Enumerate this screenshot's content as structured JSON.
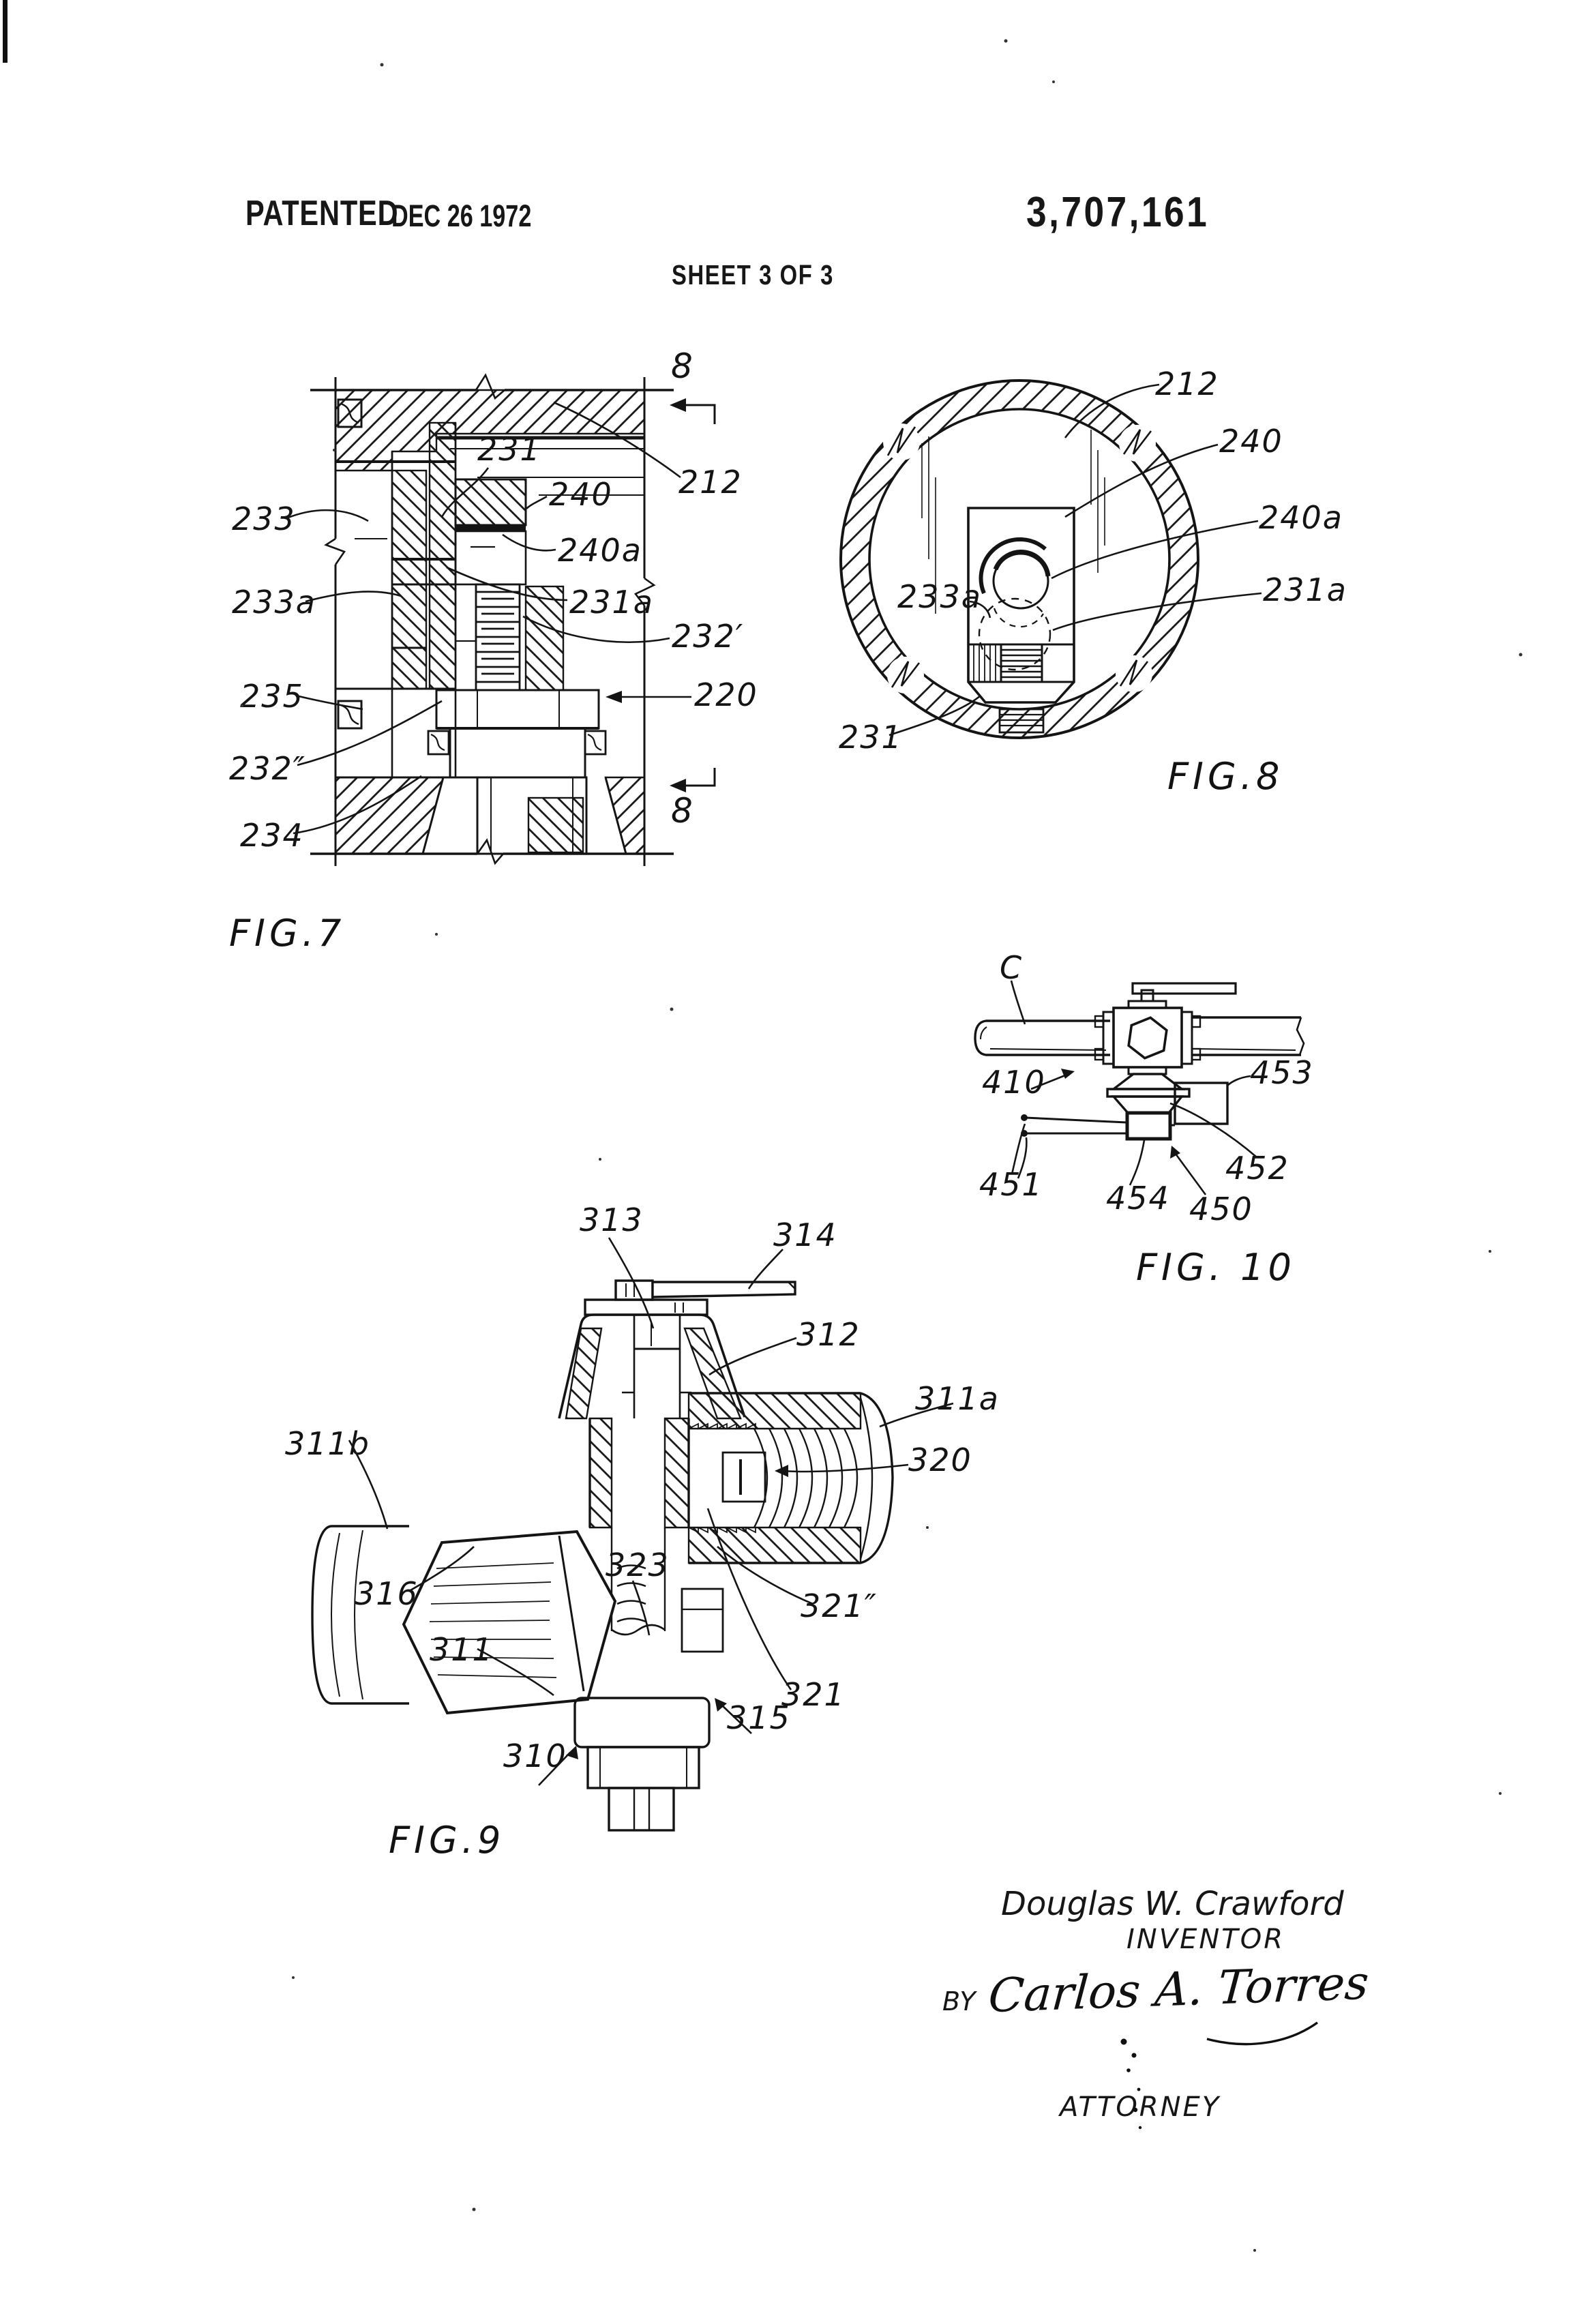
{
  "header": {
    "patented": "PATENTED",
    "date": "DEC 26 1972",
    "patent_number": "3,707,161",
    "sheet_label": "SHEET 3 OF 3"
  },
  "fig7": {
    "caption": "FIG.7",
    "section_top": "8",
    "section_bottom": "8",
    "labels": {
      "n233": "233",
      "n233a": "233a",
      "n235": "235",
      "n232dd": "232″",
      "n234": "234",
      "n231": "231",
      "n240": "240",
      "n240a": "240a",
      "n231a": "231a",
      "n232d": "232′",
      "n220": "220",
      "n212": "212"
    }
  },
  "fig8": {
    "caption": "FIG.8",
    "labels": {
      "n212": "212",
      "n240": "240",
      "n240a": "240a",
      "n231a": "231a",
      "n233a": "233a",
      "n231": "231"
    }
  },
  "fig9": {
    "caption": "FIG.9",
    "labels": {
      "n313": "313",
      "n314": "314",
      "n312": "312",
      "n311a": "311a",
      "n311b": "311b",
      "n320": "320",
      "n316": "316",
      "n323": "323",
      "n311": "311",
      "n321dd": "321″",
      "n321": "321",
      "n315": "315",
      "n310": "310"
    }
  },
  "fig10": {
    "caption": "FIG. 10",
    "labels": {
      "C": "C",
      "n410": "410",
      "n453": "453",
      "n451": "451",
      "n452": "452",
      "n454": "454",
      "n450": "450"
    }
  },
  "signature": {
    "inventor_name": "Douglas W. Crawford",
    "inventor_title": "INVENTOR",
    "by_label": "BY",
    "attorney_signature": "Carlos A. Torres",
    "attorney_title": "ATTORNEY"
  }
}
